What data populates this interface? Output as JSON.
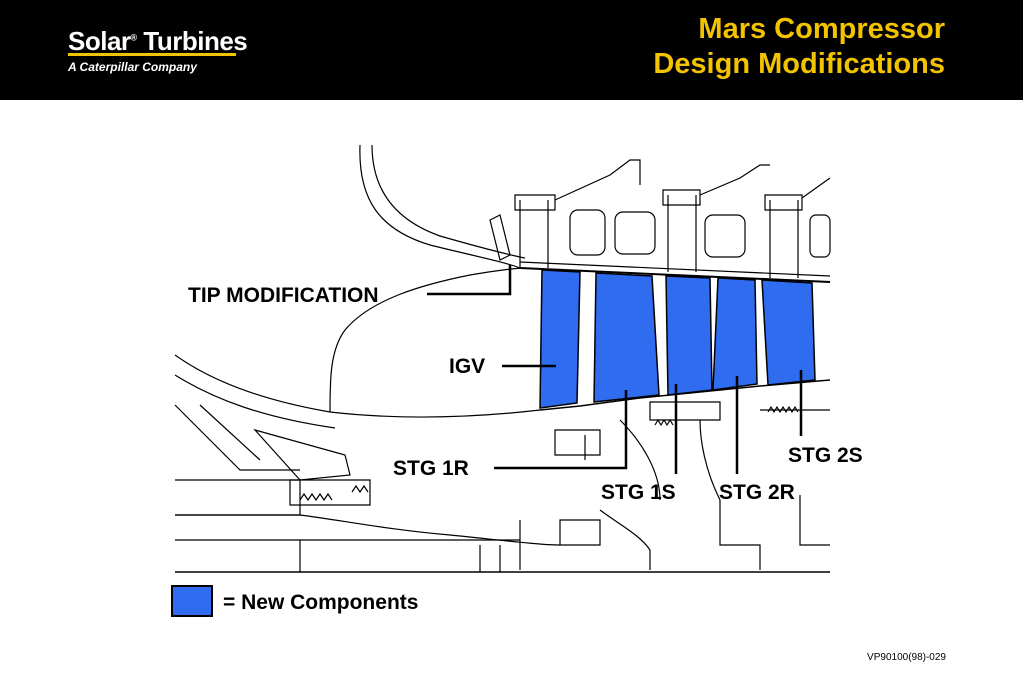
{
  "header": {
    "brand": "Solar Turbines",
    "brand_registered": "®",
    "tagline": "A Caterpillar Company",
    "title_line1": "Mars Compressor",
    "title_line2": "Design Modifications"
  },
  "callouts": {
    "tip_modification": "TIP MODIFICATION",
    "igv": "IGV",
    "stg_1r": "STG 1R",
    "stg_1s": "STG 1S",
    "stg_2r": "STG 2R",
    "stg_2s": "STG 2S"
  },
  "legend": {
    "label": "= New Components",
    "swatch_color": "#2f6cf0"
  },
  "colors": {
    "header_bg": "#000000",
    "title": "#f3c300",
    "new_component": "#2f6cf0"
  },
  "footer": {
    "code": "VP90100(98)-029"
  }
}
